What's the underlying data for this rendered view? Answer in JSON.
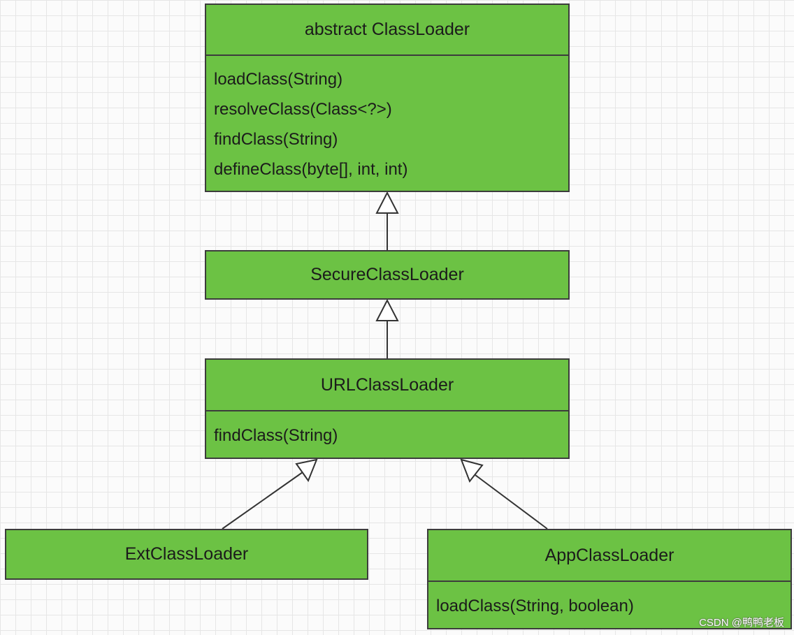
{
  "colors": {
    "box_fill": "#6cc244",
    "border": "#3c3c3c",
    "grid_line": "#e6e6e6",
    "background": "#fbfbfb"
  },
  "classes": {
    "classloader": {
      "name": "abstract ClassLoader",
      "methods": [
        "loadClass(String)",
        "resolveClass(Class<?>)",
        "findClass(String)",
        "defineClass(byte[], int, int)"
      ]
    },
    "secure": {
      "name": "SecureClassLoader"
    },
    "url": {
      "name": "URLClassLoader",
      "methods": [
        "findClass(String)"
      ]
    },
    "ext": {
      "name": "ExtClassLoader"
    },
    "app": {
      "name": "AppClassLoader",
      "methods": [
        "loadClass(String, boolean)"
      ]
    }
  },
  "relations": [
    {
      "type": "inheritance",
      "from": "SecureClassLoader",
      "to": "abstract ClassLoader"
    },
    {
      "type": "inheritance",
      "from": "URLClassLoader",
      "to": "SecureClassLoader"
    },
    {
      "type": "inheritance",
      "from": "ExtClassLoader",
      "to": "URLClassLoader"
    },
    {
      "type": "inheritance",
      "from": "AppClassLoader",
      "to": "URLClassLoader"
    }
  ],
  "watermark": "CSDN @鸭鸭老板"
}
